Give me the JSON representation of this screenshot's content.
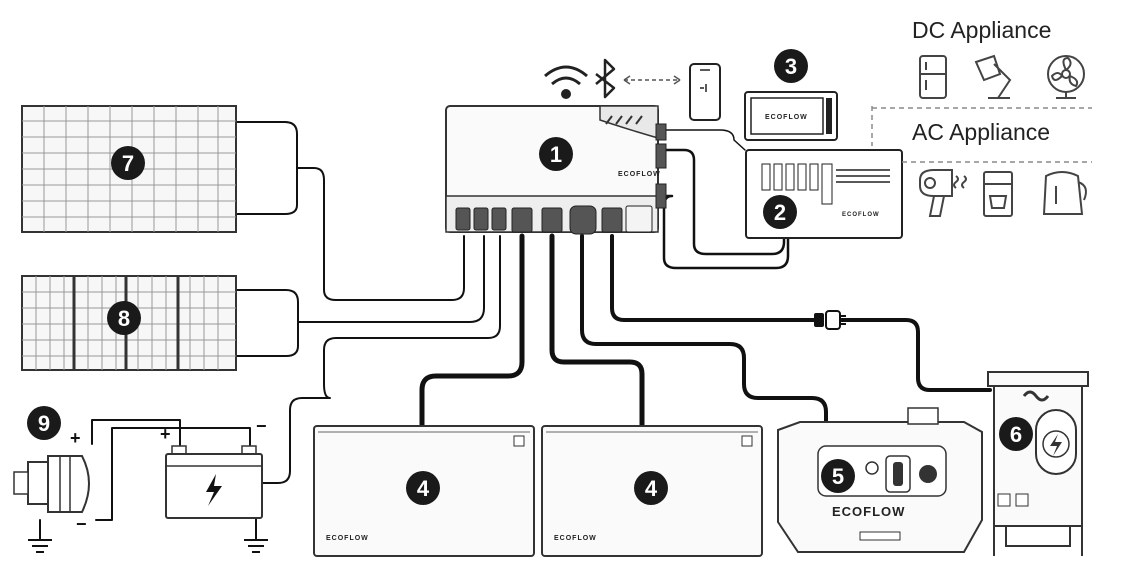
{
  "section_labels": {
    "dc": "DC Appliance",
    "ac": "AC Appliance"
  },
  "badges": {
    "b1": "1",
    "b2": "2",
    "b3": "3",
    "b4a": "4",
    "b4b": "4",
    "b5": "5",
    "b6": "6",
    "b7": "7",
    "b8": "8",
    "b9": "9"
  },
  "brand": {
    "ecoflow": "ECOFLOW",
    "hub": "ECOFLOW",
    "generator": "ECOFLOW"
  },
  "polarity": {
    "plus_alt": "+",
    "plus_batt": "+",
    "minus_batt": "−",
    "minus_alt": "−"
  },
  "icons": {
    "wifi": "wifi-icon",
    "bluetooth": "bluetooth-icon",
    "phone": "smartphone-icon",
    "fridge": "fridge-icon",
    "lamp": "lamp-icon",
    "fan": "fan-icon",
    "hairdryer": "hairdryer-icon",
    "coffee": "coffee-maker-icon",
    "kettle": "kettle-icon",
    "ground": "ground-icon",
    "lightning": "lightning-icon",
    "ac_wave": "ac-wave-icon"
  },
  "colors": {
    "line": "#111111",
    "outline": "#333333",
    "badge": "#1a1a1a",
    "dash": "#8a8a8a"
  }
}
